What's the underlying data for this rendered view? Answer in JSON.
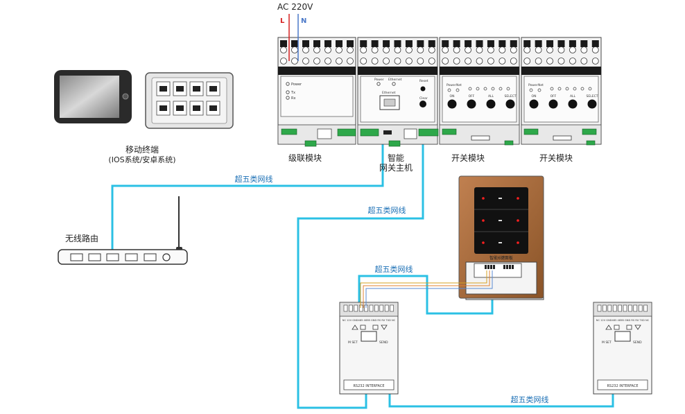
{
  "power": {
    "title": "AC 220V",
    "line_l": "L",
    "line_n": "N"
  },
  "modules": {
    "cascade": {
      "label": "级联模块",
      "leds": [
        "Power",
        "Tx",
        "Rx"
      ]
    },
    "gateway": {
      "label_line1": "智能",
      "label_line2": "网关主机",
      "top_labels": [
        "Power",
        "Ethernet",
        "Reset"
      ],
      "port_label": "Ethernet",
      "clear_label": "Clear"
    },
    "switch1": {
      "label": "开关模块",
      "top_labels": [
        "Power",
        "Net"
      ],
      "buttons": [
        "ON",
        "OFF",
        "ALL",
        "SELECT"
      ]
    },
    "switch2": {
      "label": "开关模块",
      "top_labels": [
        "Power",
        "Net"
      ],
      "buttons": [
        "ON",
        "OFF",
        "ALL",
        "SELECT"
      ]
    }
  },
  "mobile": {
    "label_line1": "移动终端",
    "label_line2": "(IOS系统/安卓系统)"
  },
  "router": {
    "label": "无线路由"
  },
  "panel": {
    "label": "智能6键面板"
  },
  "cables": {
    "c1": "超五类网线",
    "c2": "超五类网线",
    "c3": "超五类网线",
    "c4": "超五类网线"
  },
  "interfaces": {
    "left": {
      "label": "RS232 INTERFACE",
      "send": "SEND",
      "mset": "M SET",
      "pins": "NC 12V GND485 485B GND RS RX TXD NC"
    },
    "right": {
      "label": "RS232 INTERFACE",
      "send": "SEND",
      "mset": "M SET",
      "pins": "NC 12V GND485 485B GND RS RX TXD NC"
    }
  },
  "colors": {
    "cable": "#2bc0e4",
    "power_l": "#d62020",
    "power_n": "#4a78c8",
    "panel_frame": "#a56a34",
    "panel_led": "#ff2020"
  }
}
